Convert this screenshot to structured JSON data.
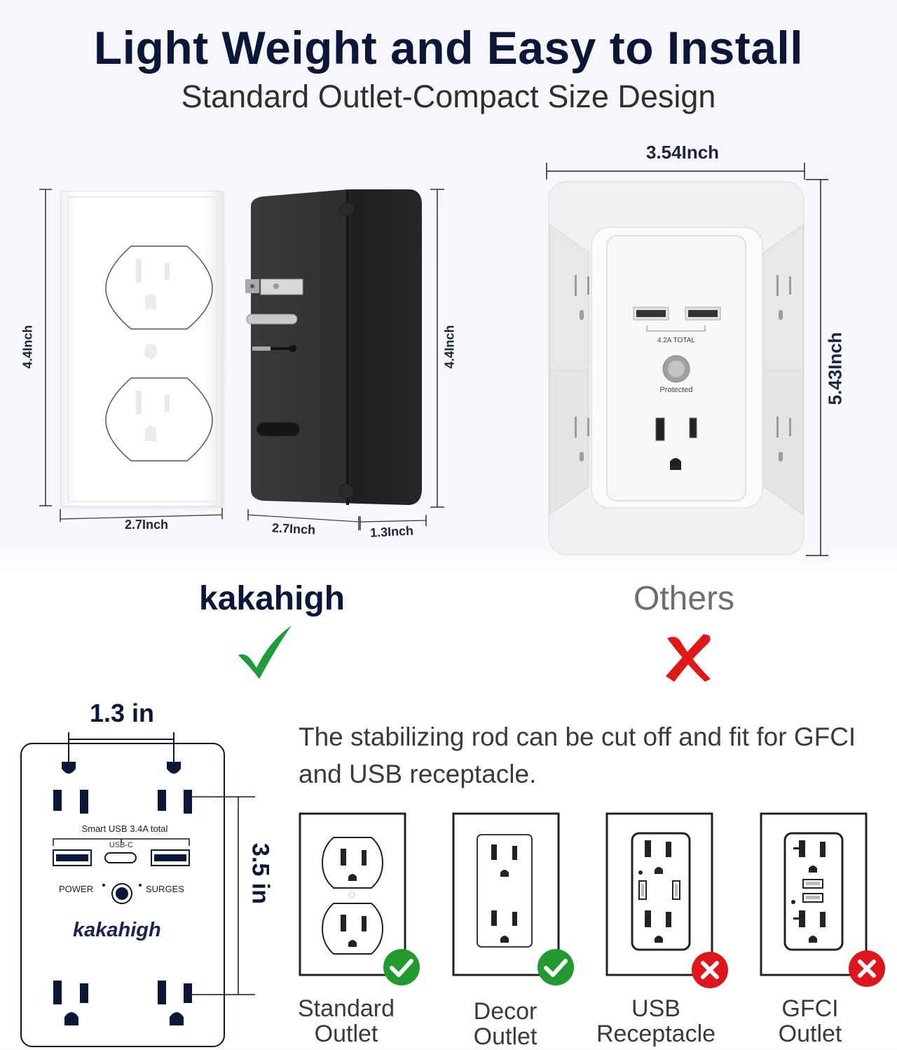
{
  "header": {
    "title": "Light Weight and Easy to Install",
    "subtitle": "Standard Outlet-Compact Size Design"
  },
  "kakahigh_product": {
    "wallplate_height": "4.4Inch",
    "wallplate_width": "2.7Inch",
    "device_height": "4.4Inch",
    "device_width": "2.7Inch",
    "device_depth": "1.3Inch"
  },
  "others_product": {
    "width": "3.54Inch",
    "height": "5.43Inch",
    "usb_label": "4.2A TOTAL",
    "indicator_label": "Protected"
  },
  "comparison": {
    "brand_label": "kakahigh",
    "brand_mark": "check-icon",
    "others_label": "Others",
    "others_mark": "cross-icon",
    "check_color": "#1f9a3d",
    "cross_color": "#e01818"
  },
  "front_diagram": {
    "width_label": "1.3 in",
    "height_label": "3.5 in",
    "usb_label": "Smart USB 3.4A total",
    "usbc_label": "USB-C",
    "power_label": "POWER",
    "surges_label": "SURGES",
    "brand_logo": "kakahigh"
  },
  "compatibility": {
    "description": "The stabilizing rod can be cut off and fit for GFCI and USB receptacle.",
    "outlets": [
      {
        "line1": "Standard",
        "line2": "Outlet",
        "compatible": true,
        "badge": "check-icon"
      },
      {
        "line1": "Decor",
        "line2": "Outlet",
        "compatible": true,
        "badge": "check-icon"
      },
      {
        "line1": "USB",
        "line2": "Receptacle",
        "compatible": false,
        "badge": "cross-icon"
      },
      {
        "line1": "GFCI",
        "line2": "Outlet",
        "compatible": false,
        "badge": "cross-icon"
      }
    ],
    "ok_color": "#239a2f",
    "no_color": "#e0141c"
  }
}
